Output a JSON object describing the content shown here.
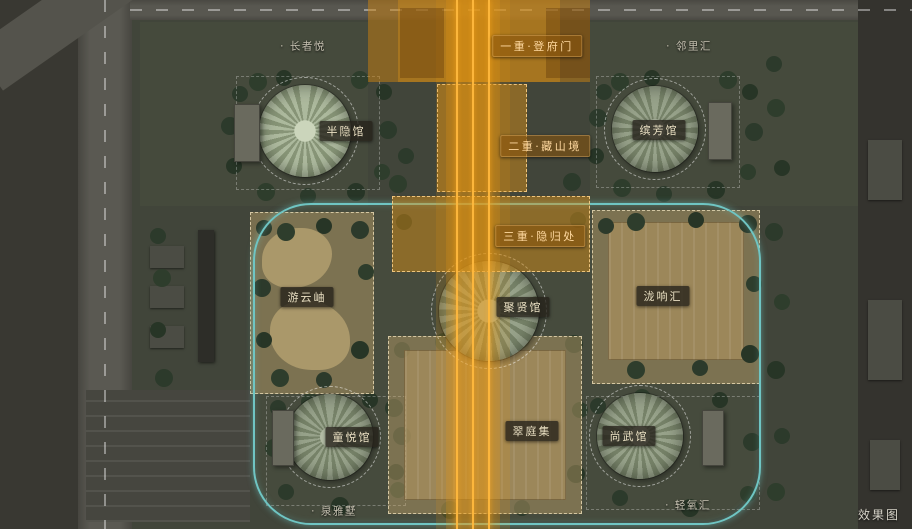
{
  "watermark": "效果图",
  "axis": {
    "labels": [
      {
        "label": "一重·登府门"
      },
      {
        "label": "二重·藏山境"
      },
      {
        "label": "三重·隐归处"
      }
    ]
  },
  "venues": [
    {
      "label": "半隐馆"
    },
    {
      "label": "缤芳馆"
    },
    {
      "label": "游云岫"
    },
    {
      "label": "聚贤馆"
    },
    {
      "label": "泷响汇"
    },
    {
      "label": "童悦馆"
    },
    {
      "label": "翠庭集"
    },
    {
      "label": "尚武馆"
    }
  ],
  "districts": [
    {
      "label": "· 长者悦"
    },
    {
      "label": "· 邻里汇"
    },
    {
      "label": "· 泉雅墅"
    },
    {
      "label": "· 轻氧汇"
    }
  ],
  "colors": {
    "axis_orange": "#e8960f",
    "axis_line": "#ffb53a",
    "boundary_teal": "#6fc5c3",
    "zone_beige": "#c9a96e",
    "tower_green": "#97a28a"
  }
}
